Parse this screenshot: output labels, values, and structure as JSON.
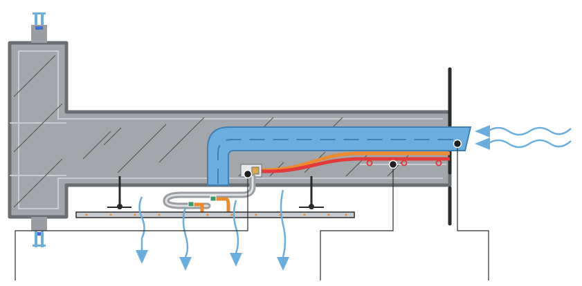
{
  "diagram": {
    "labels": [],
    "colors": {
      "concrete_outline": "#6b6e73",
      "concrete_fill": "#a3a7ab",
      "concrete_light": "#c9ccd0",
      "hatch": "#55585c",
      "cold_air": "#6aaee0",
      "cold_air_dark": "#3f7fb5",
      "hot_water": "#e23a3a",
      "warm_orange": "#ee8a2e",
      "pipe_grey": "#9a9da1",
      "leader_line": "#2b2b2b",
      "wall_line": "#2a2a2a",
      "panel": "#c8cbcf",
      "valve_blue": "#3f6fd0",
      "green_connector": "#3a9a6a"
    },
    "icons": [
      "airflow-in-arrow",
      "airflow-down-arrow",
      "callout-dot"
    ]
  }
}
